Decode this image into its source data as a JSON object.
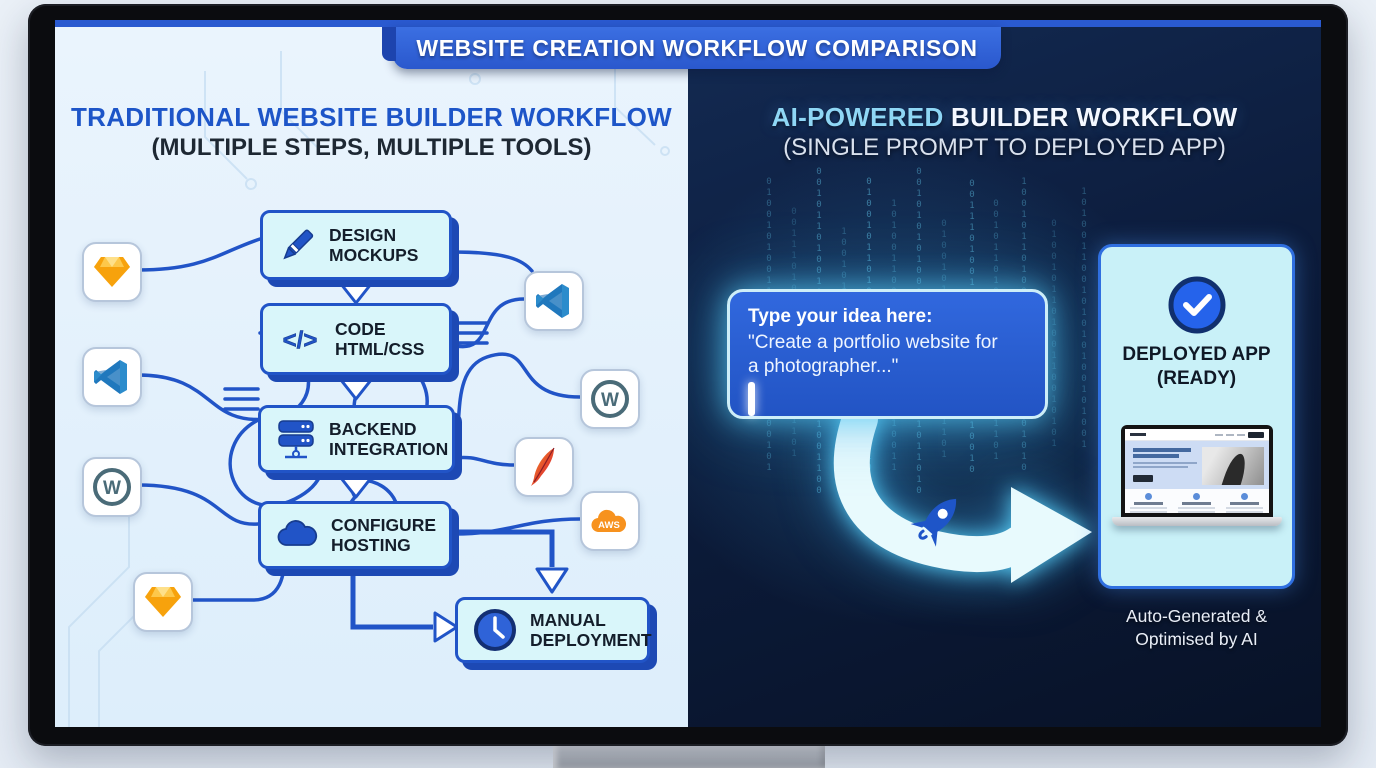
{
  "banner": {
    "title": "WEBSITE CREATION WORKFLOW COMPARISON"
  },
  "left_panel": {
    "heading": "TRADITIONAL WEBSITE BUILDER WORKFLOW",
    "subheading": "(MULTIPLE STEPS, MULTIPLE TOOLS)",
    "steps": [
      {
        "label": "DESIGN\nMOCKUPS",
        "icon": "pencil-icon"
      },
      {
        "label": "CODE\nHTML/CSS",
        "icon": "code-icon"
      },
      {
        "label": "BACKEND\nINTEGRATION",
        "icon": "server-icon"
      },
      {
        "label": "CONFIGURE\nHOSTING",
        "icon": "cloud-icon"
      },
      {
        "label": "MANUAL\nDEPLOYMENT",
        "icon": "clock-icon"
      }
    ],
    "tool_icons": [
      "sketch-icon",
      "vscode-icon",
      "wordpress-icon",
      "sketch-icon",
      "vscode-icon",
      "wordpress-icon",
      "apache-feather-icon",
      "aws-cloud-icon"
    ],
    "glyphs": {
      "code": "</>",
      "wordpress": "W",
      "aws": "AWS"
    }
  },
  "right_panel": {
    "heading_accent": "AI-POWERED",
    "heading_rest": " BUILDER WORKFLOW",
    "subheading": "(SINGLE PROMPT TO DEPLOYED APP)",
    "prompt_box": {
      "label": "Type your idea here:",
      "line1": "\"Create a portfolio website for",
      "line2": "a photographer...\""
    },
    "deployed_card": {
      "title": "DEPLOYED APP\n(READY)"
    },
    "caption": "Auto-Generated &\nOptimised by AI",
    "rain_seed": "0100101001110100101101001011010010110100110010101",
    "misc_icons": [
      "check-icon",
      "rocket-icon",
      "curved-arrow",
      "laptop-mockup",
      "cursor-caret"
    ]
  },
  "colors": {
    "accent_blue": "#2a5ad0",
    "flow_border": "#2154c7",
    "flow_fill": "#d9f6fa",
    "dark_panel": "#0c1c3c",
    "light_panel": "#e4f1fb",
    "cyan_accent": "#8fd7f5",
    "prompt_fill": "#2a5fd2",
    "card_fill": "#c9f1f8"
  }
}
